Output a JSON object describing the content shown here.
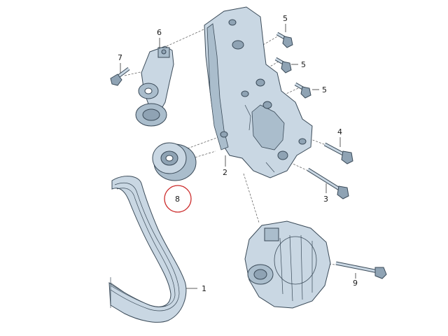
{
  "colors": {
    "part_fill": "#c9d7e3",
    "part_dark": "#8fa3b4",
    "part_mid": "#aabdcc",
    "outline": "#3a4a58",
    "highlight_circle": "#cc2b2b"
  },
  "callouts": {
    "c1": "1",
    "c2": "2",
    "c3": "3",
    "c4": "4",
    "c5a": "5",
    "c5b": "5",
    "c5c": "5",
    "c6": "6",
    "c7": "7",
    "c8": "8",
    "c9": "9"
  },
  "highlighted_callout": "8",
  "parts": [
    {
      "id": "1",
      "icon": "ribbed-v-belt"
    },
    {
      "id": "2",
      "icon": "bracket-housing"
    },
    {
      "id": "3",
      "icon": "long-bolt"
    },
    {
      "id": "4",
      "icon": "bolt"
    },
    {
      "id": "5",
      "icon": "short-bolt"
    },
    {
      "id": "6",
      "icon": "belt-tensioner"
    },
    {
      "id": "7",
      "icon": "bolt"
    },
    {
      "id": "8",
      "icon": "idler-pulley"
    },
    {
      "id": "9",
      "icon": "long-bolt"
    }
  ]
}
